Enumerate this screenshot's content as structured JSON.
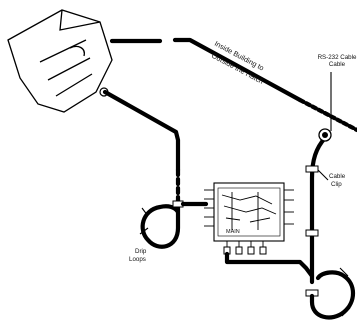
{
  "labels": {
    "route_line1": "Inside Building to",
    "route_line2": "Outside the Hatch",
    "modem_line1": "RS-232 Cable",
    "modem_line2": "Cable",
    "cable_clip_line1": "Cable",
    "cable_clip_line2": "Clip",
    "drip_loops_line1": "Drip",
    "drip_loops_line2": "Loops",
    "board_text": "MAIN"
  },
  "colors": {
    "line": "#000000",
    "background": "#ffffff"
  }
}
